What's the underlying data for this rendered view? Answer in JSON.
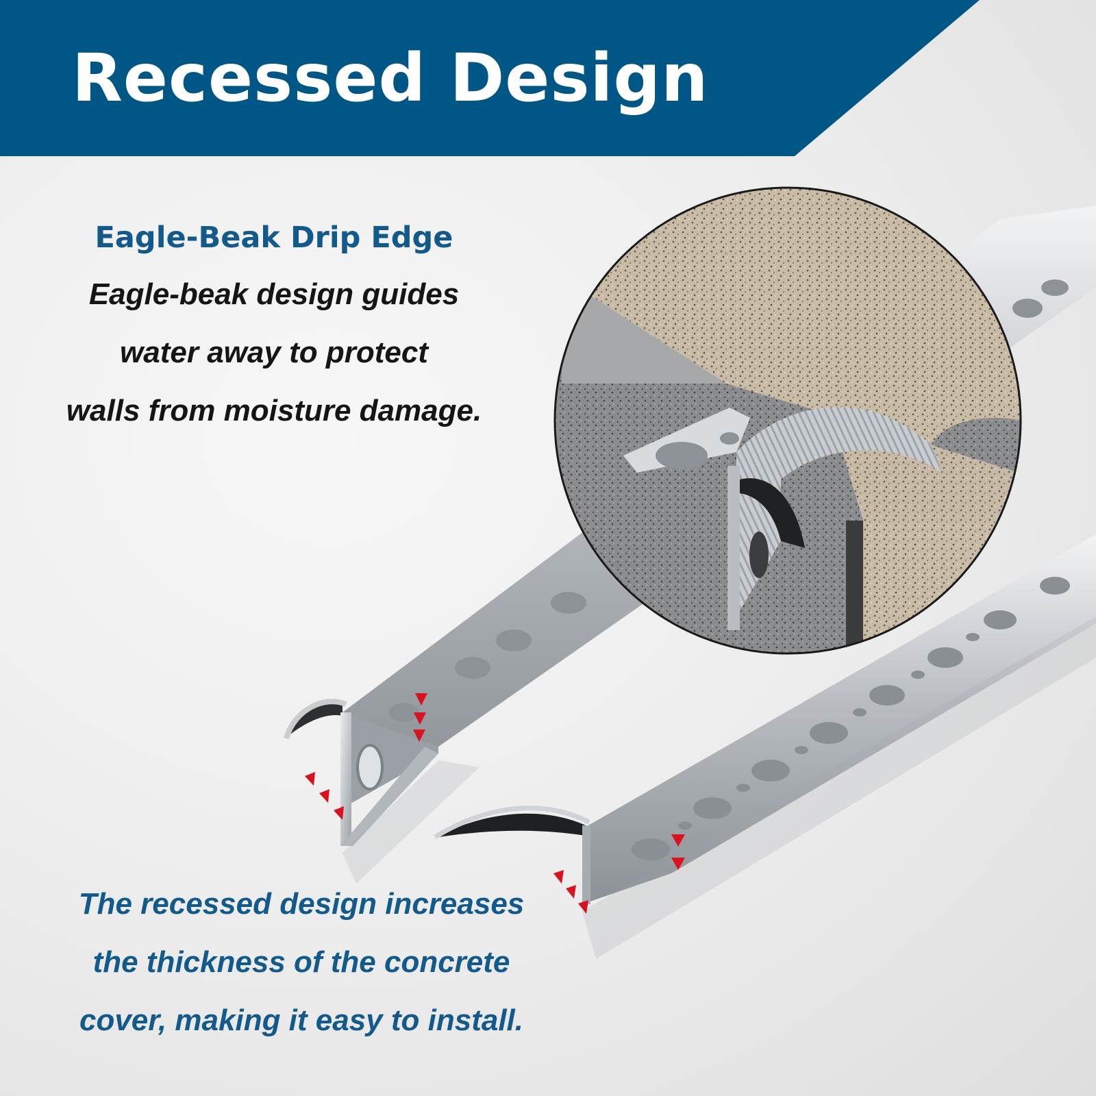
{
  "banner": {
    "title": "Recessed Design",
    "color": "#005785"
  },
  "feature": {
    "heading": "Eagle-Beak Drip Edge",
    "lines": [
      "Eagle-beak design guides",
      "water away to protect",
      "walls from moisture damage."
    ]
  },
  "bottom": {
    "lines": [
      "The recessed design increases",
      "the thickness of the concrete",
      "cover, making it easy to install."
    ]
  },
  "colors": {
    "accent": "#135a8a",
    "arrow": "#d8121e",
    "metal": "#c4c8cc"
  }
}
